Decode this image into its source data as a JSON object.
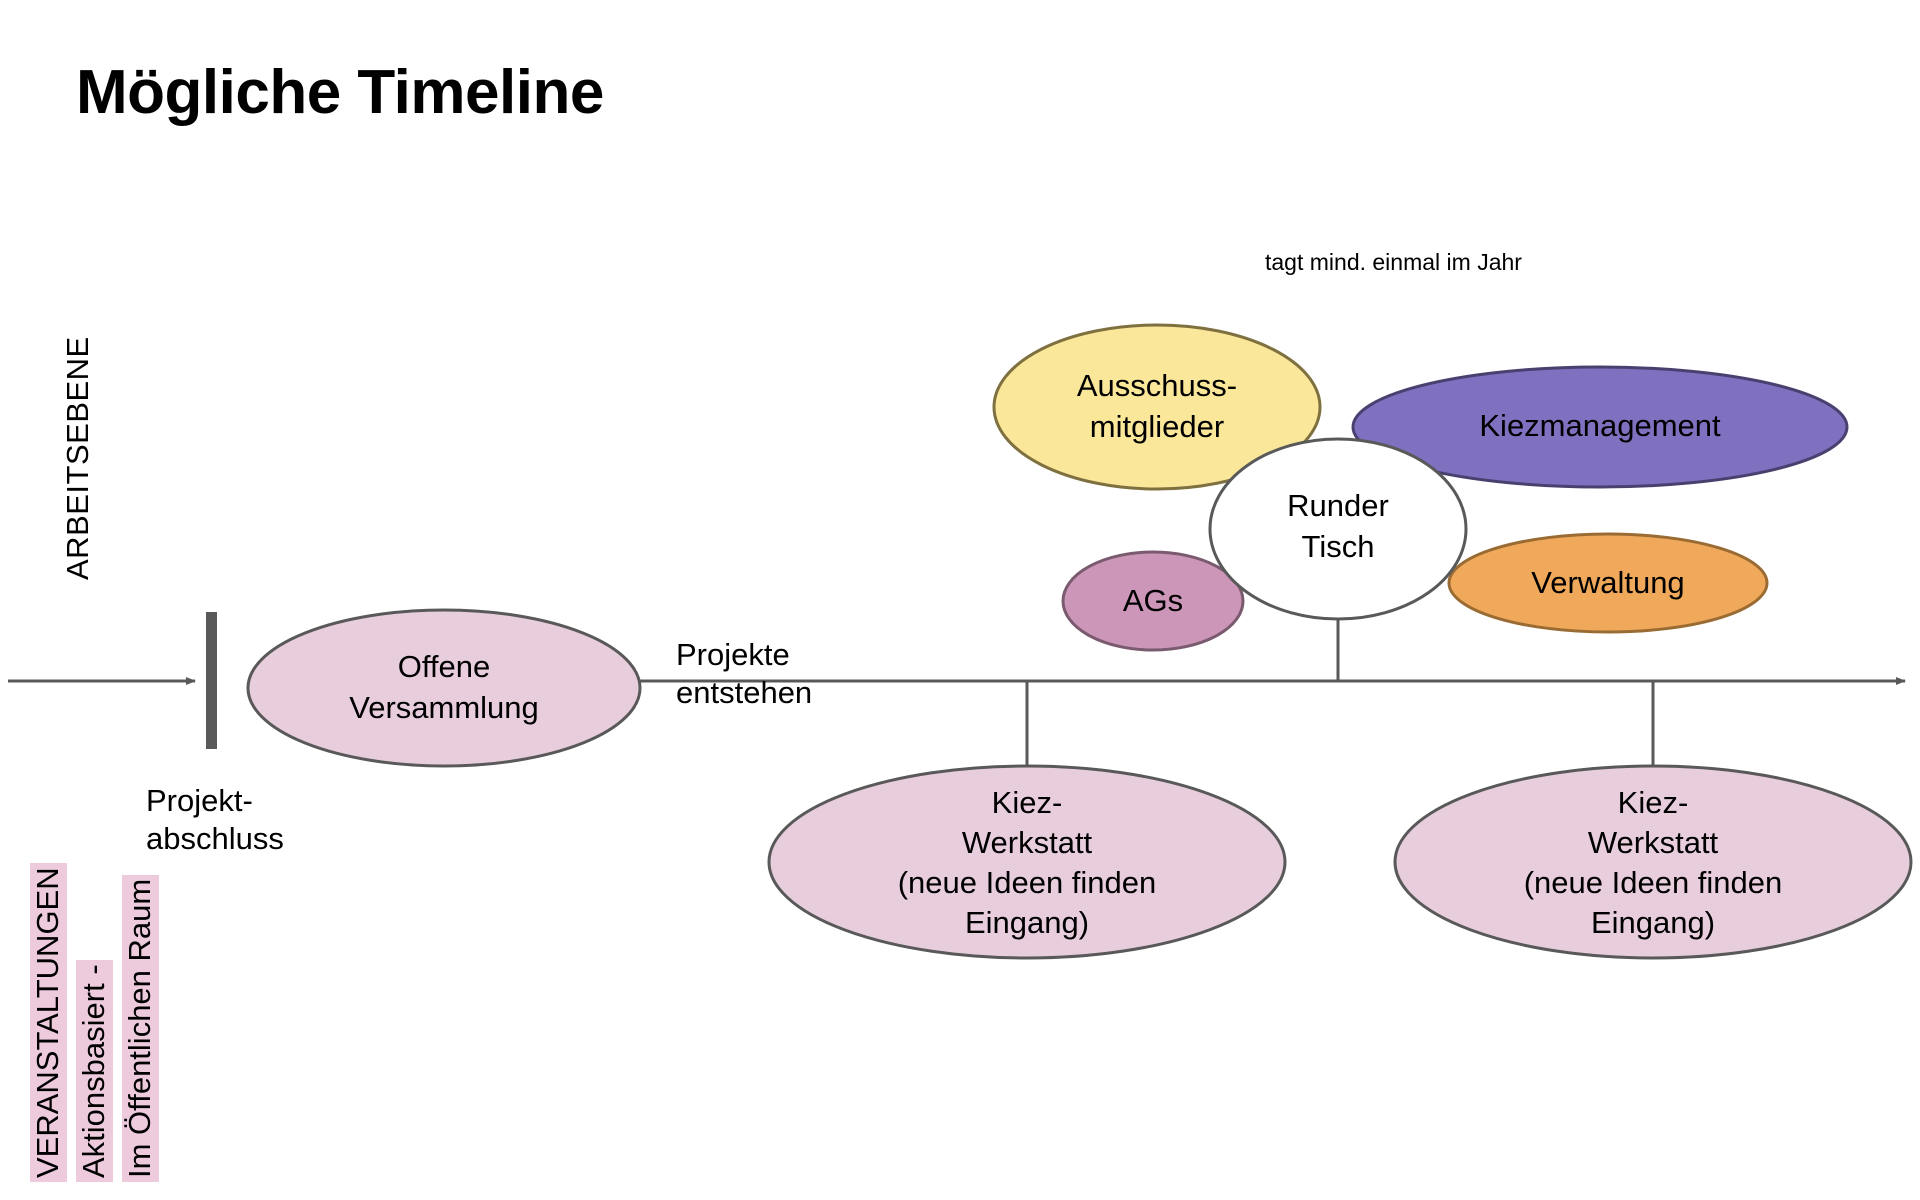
{
  "page": {
    "title": "Mögliche Timeline",
    "background": "#ffffff"
  },
  "axis": {
    "vertical_label": "ARBEITSEBENE",
    "timeline_arrow_left_label": "",
    "highlighted_labels": [
      "VERANSTALTUNGEN",
      "Aktionsbasiert -",
      "Im Öffentlichen Raum"
    ],
    "highlight_color": "#edcbdd"
  },
  "annotations": {
    "projektabschluss": "Projekt-\nabschluss",
    "projekte_entstehen": "Projekte\nentstehen",
    "tagt_hinweis": "tagt mind. einmal im Jahr"
  },
  "nodes": {
    "offene_versammlung": {
      "label_line1": "Offene",
      "label_line2": "Versammlung",
      "fill": "#e8cedd",
      "stroke": "#595959"
    },
    "ausschussmitglieder": {
      "label_line1": "Ausschuss-",
      "label_line2": "mitglieder",
      "fill": "#fae79a",
      "stroke": "#7f7040"
    },
    "kiezmanagement": {
      "label": "Kiezmanagement",
      "fill": "#8070c0",
      "stroke": "#4a4070"
    },
    "runder_tisch": {
      "label_line1": "Runder",
      "label_line2": "Tisch",
      "fill": "#ffffff",
      "stroke": "#595959"
    },
    "ags": {
      "label": "AGs",
      "fill": "#cc96b8",
      "stroke": "#7a5a6e"
    },
    "verwaltung": {
      "label": "Verwaltung",
      "fill": "#f0a95a",
      "stroke": "#9a6c34"
    },
    "kiez_werkstatt_1": {
      "label_line1": "Kiez-",
      "label_line2": "Werkstatt",
      "label_line3": "(neue Ideen finden",
      "label_line4": "Eingang)",
      "fill": "#e8cedd",
      "stroke": "#595959"
    },
    "kiez_werkstatt_2": {
      "label_line1": "Kiez-",
      "label_line2": "Werkstatt",
      "label_line3": "(neue Ideen finden",
      "label_line4": "Eingang)",
      "fill": "#e8cedd",
      "stroke": "#595959"
    }
  },
  "colors": {
    "line": "#595959",
    "marker_bar": "#595959",
    "text": "#000000"
  }
}
